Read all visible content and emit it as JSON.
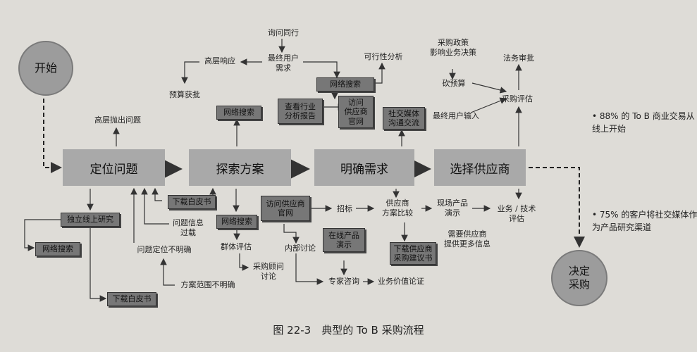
{
  "start": "开始",
  "end": "决定\n采购",
  "stages": [
    "定位问题",
    "探索方案",
    "明确需求",
    "选择供应商"
  ],
  "boxes": {
    "web_search_1": "网络搜索",
    "web_search_2": "网络搜索",
    "web_search_3": "网络搜索",
    "web_search_4": "网络搜索",
    "download_whitepaper_1": "下载白皮书",
    "download_whitepaper_2": "下载白皮书",
    "independent_research": "独立线上研究",
    "industry_report": "查看行业\n分析报告",
    "visit_vendor_site_1": "访问\n供应商\n官网",
    "visit_vendor_site_2": "访问供应商\n官网",
    "social_media": "社交媒体\n沟通交流",
    "online_demo": "在线产品\n演示",
    "download_vendor_docs": "下载供应商\n采购建议书"
  },
  "labels": {
    "ask_peers": "询问同行",
    "end_user_needs": "最终用户\n需求",
    "exec_response": "高层响应",
    "budget_approval": "预算获批",
    "feasibility": "可行性分析",
    "exec_raise_issue": "高层抛出问题",
    "procurement_policy": "采购政策\n影响业务决策",
    "cut_budget": "砍预算",
    "legal_approval": "法务审批",
    "procurement_eval": "采购评估",
    "end_user_input": "最终用户输入",
    "problem_info_overload": "问题信息\n过载",
    "problem_unclear": "问题定位不明确",
    "solution_scope_unclear": "方案范围不明确",
    "group_eval": "群体评估",
    "internal_discussion": "内部讨论",
    "procurement_consultant": "采购顾问\n讨论",
    "expert_consult": "专家咨询",
    "business_value": "业务价值论证",
    "tender": "招标",
    "vendor_compare": "供应商\n方案比较",
    "onsite_demo": "现场产品\n演示",
    "biz_tech_eval": "业务 / 技术\n评估",
    "need_more_info": "需要供应商\n提供更多信息"
  },
  "bullets": [
    "88% 的 To B 商业交易从线上开始",
    "75% 的客户将社交媒体作为产品研究渠道"
  ],
  "caption": "图 22-3　典型的 To B 采购流程"
}
